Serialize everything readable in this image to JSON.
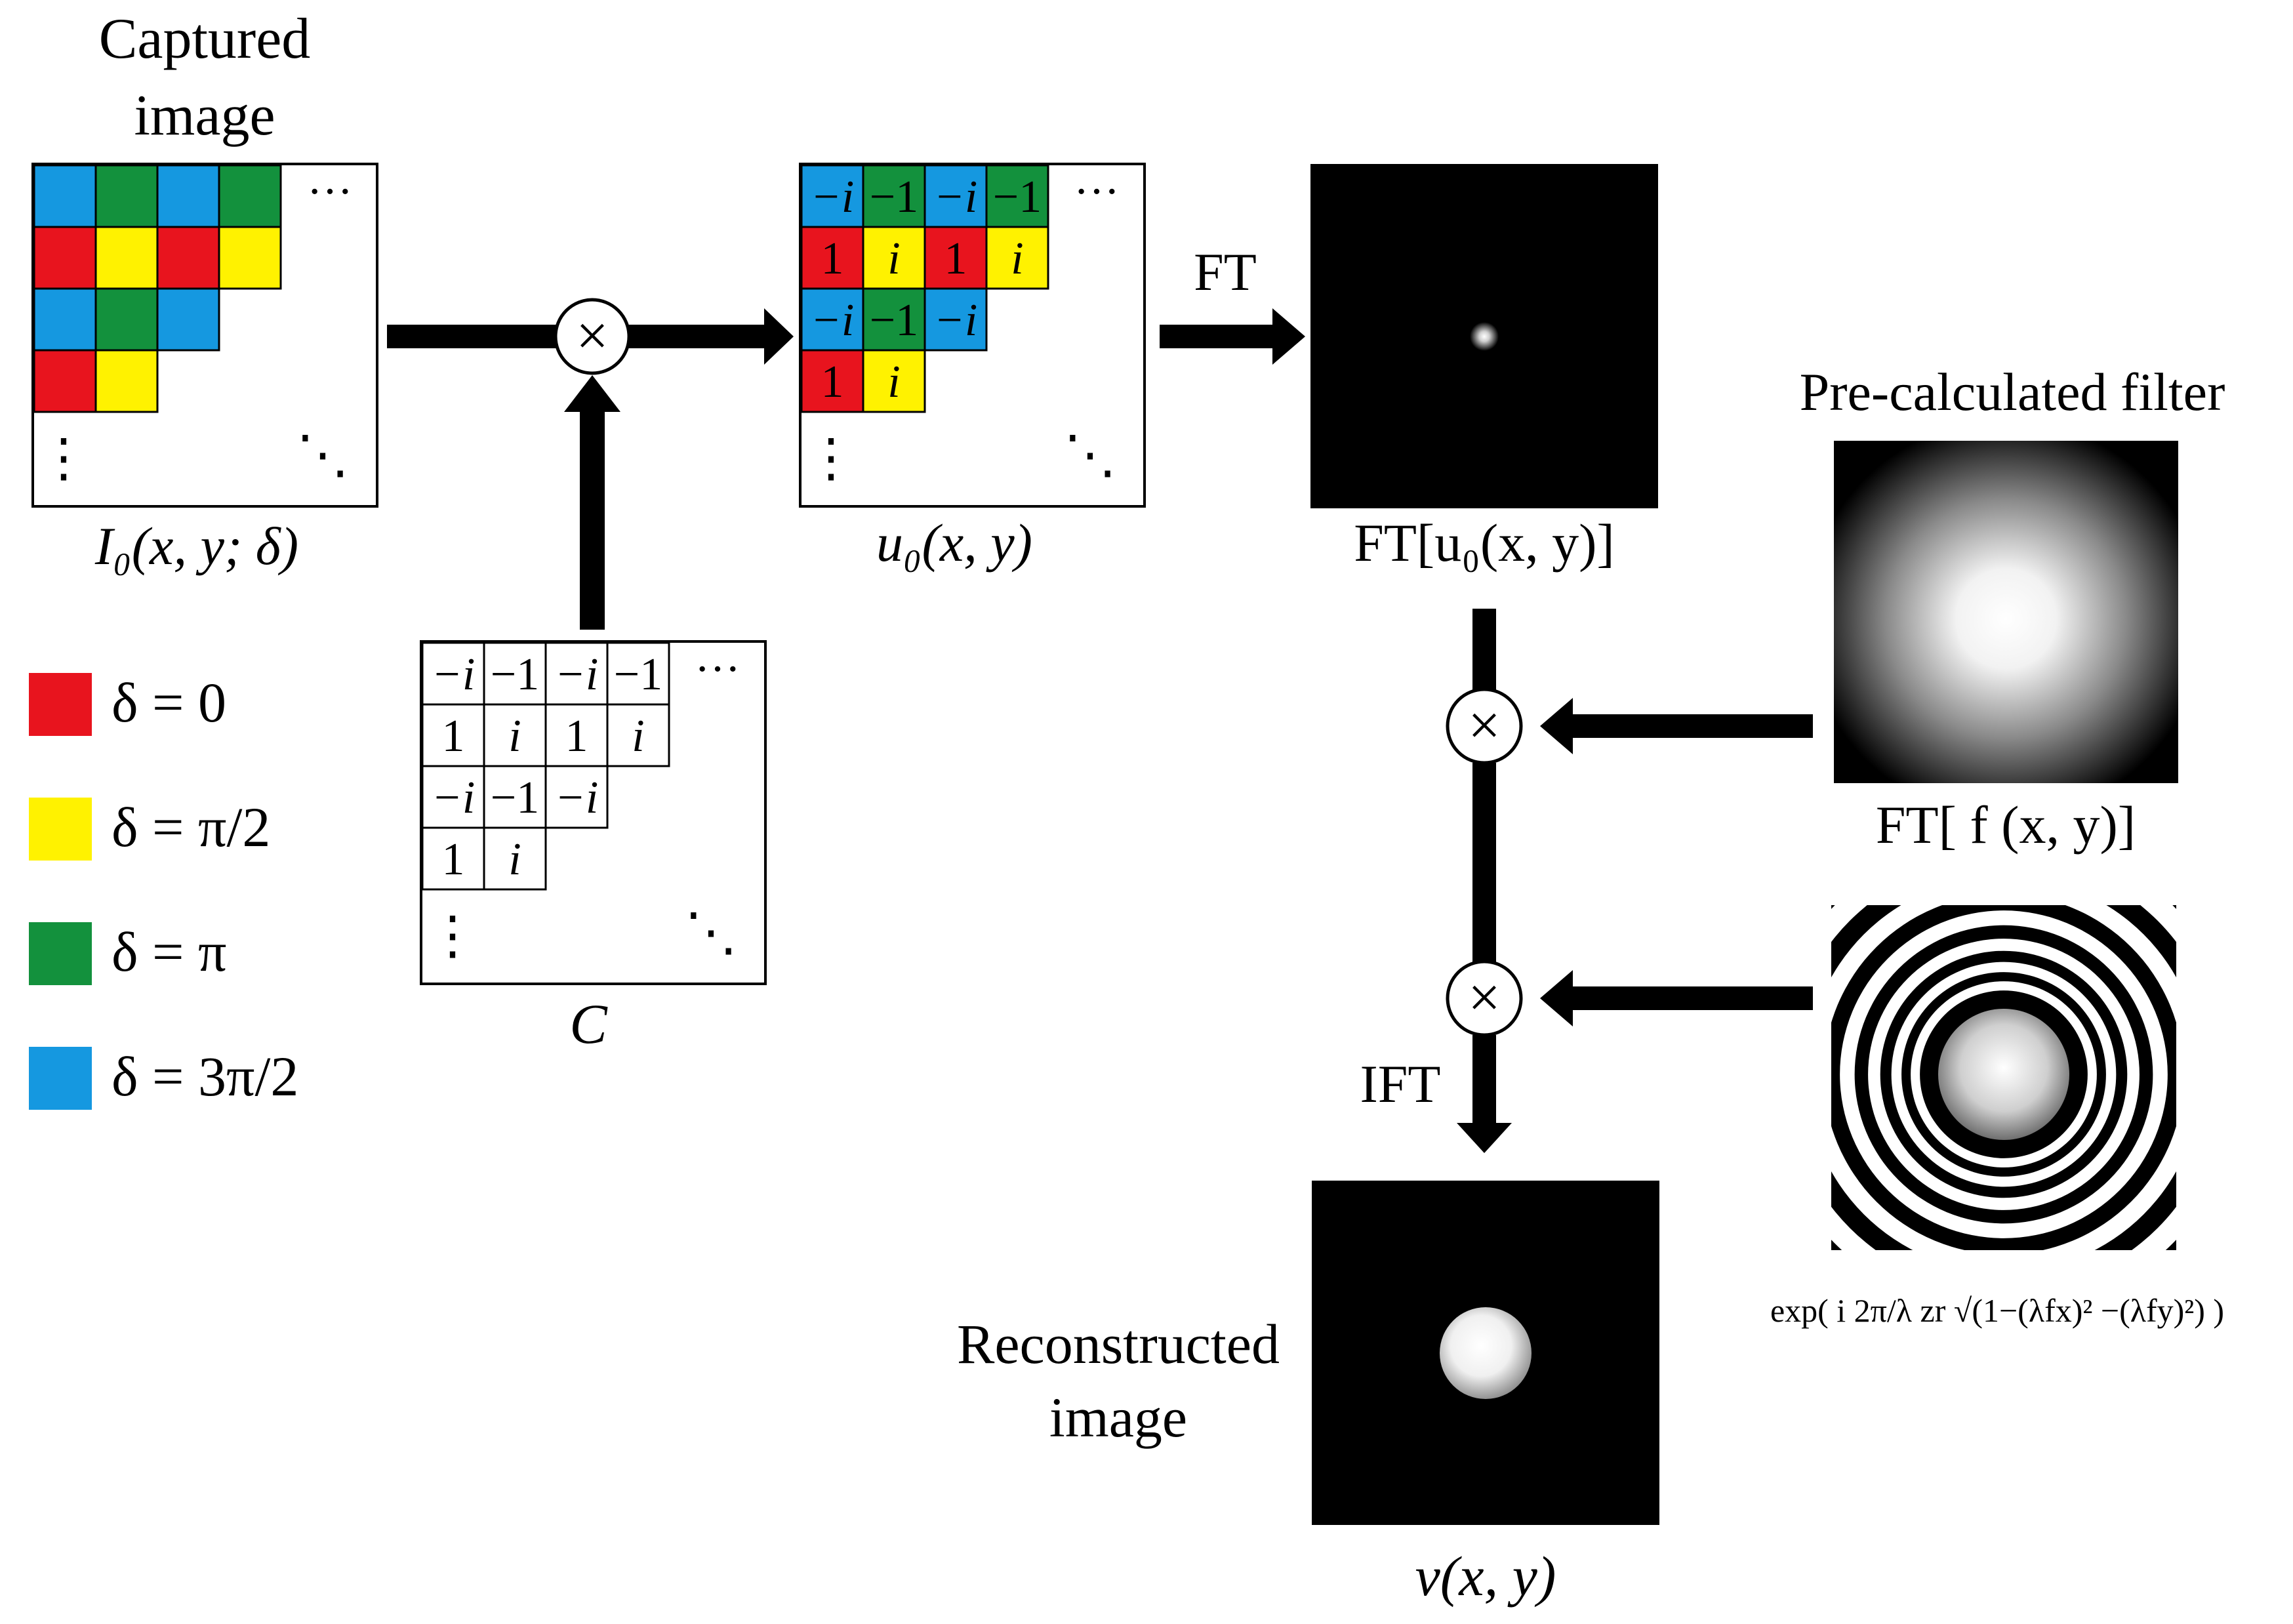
{
  "title_captured": [
    "Captured",
    "image"
  ],
  "title_filter": "Pre-calculated filter",
  "title_reconstructed": [
    "Reconstructed",
    "image"
  ],
  "op_ft": "FT",
  "op_ift": "IFT",
  "times_symbol": "×",
  "ellipsis_h": "···",
  "ellipsis_v": "⋮",
  "ellipsis_d": "⋱",
  "label_I0": "I₀(x, y; δ)",
  "label_u0": "u₀(x, y)",
  "label_FTu0": "FT[u₀(x, y)]",
  "label_FTf": "FT[ f (x, y)]",
  "label_C": "C",
  "label_v": "v(x, y)",
  "label_exp": "exp( i 2π/λ zr √(1−(λfx)² −(λfy)²) )",
  "legend": [
    {
      "color": "#e8141e",
      "text": "δ = 0"
    },
    {
      "color": "#fff200",
      "text": "δ = π/2"
    },
    {
      "color": "#13913d",
      "text": "δ = π"
    },
    {
      "color": "#1598e0",
      "text": "δ = 3π/2"
    }
  ],
  "matrix_colors": {
    "red": "#e8141e",
    "yellow": "#fff200",
    "green": "#13913d",
    "blue": "#1598e0"
  },
  "matrix_rows": [
    [
      "−i",
      "−1",
      "−i",
      "−1"
    ],
    [
      "1",
      "i",
      "1",
      "i"
    ],
    [
      "−i",
      "−1",
      "−i"
    ],
    [
      "1",
      "i"
    ]
  ],
  "matrix_row_colors": [
    [
      "blue",
      "green",
      "blue",
      "green"
    ],
    [
      "red",
      "yellow",
      "red",
      "yellow"
    ],
    [
      "blue",
      "green",
      "blue"
    ],
    [
      "red",
      "yellow"
    ]
  ]
}
